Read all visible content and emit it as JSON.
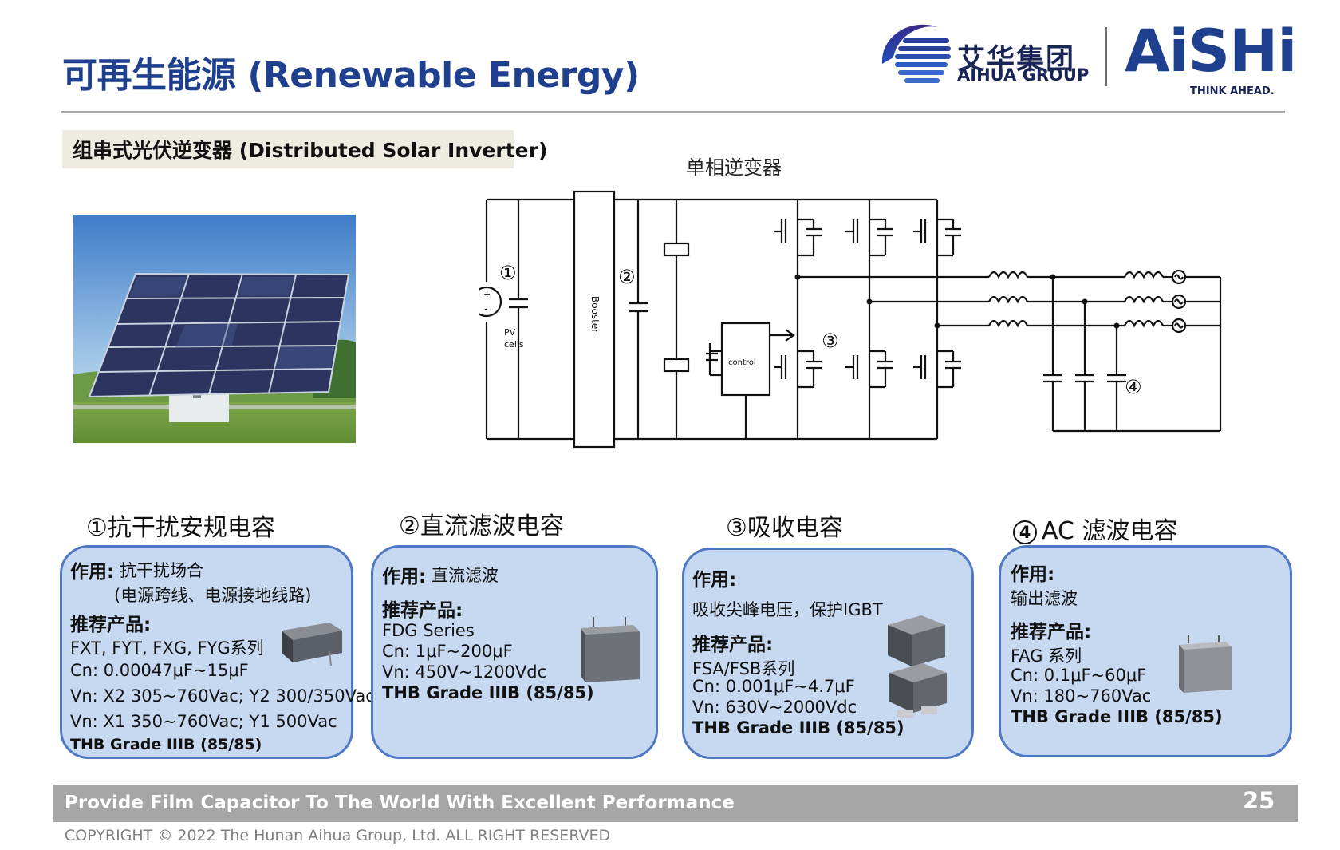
{
  "header": {
    "title": "可再生能源 (Renewable Energy)",
    "logo_cn": "艾华集团",
    "logo_en": "AIHUA GROUP",
    "brand_name": "AiSHi",
    "brand_slogan": "THINK AHEAD."
  },
  "section": {
    "label": "组串式光伏逆变器 (Distributed Solar Inverter)"
  },
  "circuit": {
    "title": "单相逆变器",
    "labels": {
      "n1": "①",
      "n2": "②",
      "n3": "③",
      "n4": "④",
      "pv": "PV",
      "cells": "cells",
      "booster": "Booster",
      "control": "control",
      "plus": "+",
      "minus": "-"
    }
  },
  "cards": [
    {
      "heading": "①抗干扰安规电容",
      "role_label": "作用:",
      "role_text": "抗干扰场合",
      "role_text2": "(电源跨线、电源接地线路)",
      "products_label": "推荐产品:",
      "lines": [
        "FXT, FYT, FXG, FYG系列",
        "Cn: 0.00047μF~15μF",
        "Vn: X2 305~760Vac; Y2  300/350Vac",
        "Vn: X1  350~760Vac; Y1 500Vac"
      ],
      "grade": "THB Grade IIIB (85/85)"
    },
    {
      "heading": "②直流滤波电容",
      "role_label": "作用:",
      "role_text": "直流滤波",
      "products_label": "推荐产品:",
      "lines": [
        "FDG Series",
        "Cn:  1μF~200μF",
        "Vn:  450V~1200Vdc"
      ],
      "grade": "THB Grade IIIB (85/85)"
    },
    {
      "heading": "③吸收电容",
      "role_label": "作用:",
      "role_text": "吸收尖峰电压，保护IGBT",
      "products_label": "推荐产品:",
      "lines": [
        "FSA/FSB系列",
        "Cn:  0.001μF~4.7μF",
        "Vn:  630V~2000Vdc"
      ],
      "grade": "THB Grade IIIB (85/85)"
    },
    {
      "heading_num": "4",
      "heading": "AC 滤波电容",
      "role_label": "作用:",
      "role_text": "输出滤波",
      "products_label": "推荐产品:",
      "lines": [
        "FAG 系列",
        "Cn: 0.1μF~60μF",
        "Vn: 180~760Vac"
      ],
      "grade": "THB Grade IIIB (85/85)"
    }
  ],
  "footer": {
    "text": "Provide Film Capacitor To The World With Excellent Performance",
    "page_number": "25",
    "copyright": "COPYRIGHT © 2022 The Hunan Aihua Group, Ltd. ALL RIGHT RESERVED"
  },
  "colors": {
    "title_blue": "#1f3f8f",
    "card_fill": "#c6d9f1",
    "card_border": "#4f79c4",
    "label_blue": "#1a45b0",
    "footer_gray": "#a6a6a6",
    "section_fill": "#eeece1"
  },
  "icons": [
    "aihua-logo-icon",
    "solar-panel-photo",
    "capacitor-photo"
  ]
}
